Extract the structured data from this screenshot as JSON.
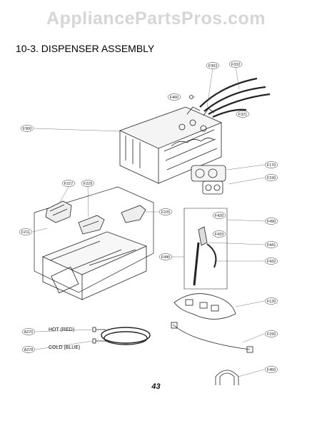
{
  "watermark": "AppliancePartsPros.com",
  "section_title": "10-3. DISPENSER ASSEMBLY",
  "page_number": "43",
  "callouts": {
    "F303": "F303",
    "F332": "F332",
    "F460": "F460",
    "F321": "F321",
    "F300": "F300",
    "F170": "F170",
    "F190": "F190",
    "F227": "F227",
    "F229": "F229",
    "F225": "F225",
    "F211": "F211",
    "F420": "F420",
    "F433": "F433",
    "F490": "F490",
    "F441": "F441",
    "F440": "F440",
    "F432": "F432",
    "F120": "F120",
    "F150": "F150",
    "F450": "F450",
    "A270": "A270",
    "A278": "A278"
  },
  "hose_labels": {
    "hot": "HOT (RED)",
    "cold": "COLD (BLUE)"
  }
}
